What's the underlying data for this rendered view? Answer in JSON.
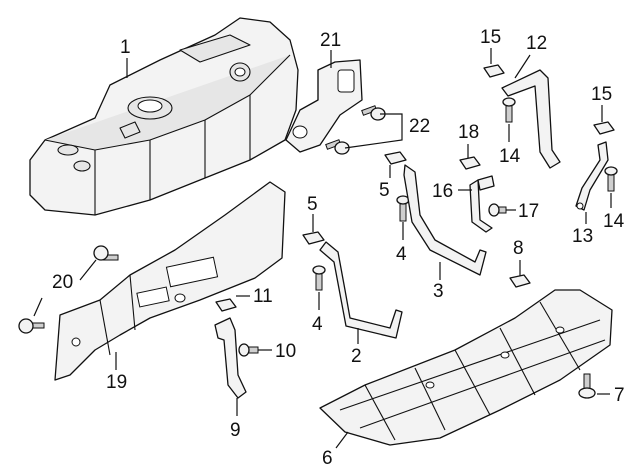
{
  "callouts": {
    "c1": "1",
    "c2": "2",
    "c3": "3",
    "c4a": "4",
    "c4b": "4",
    "c5a": "5",
    "c5b": "5",
    "c6": "6",
    "c7": "7",
    "c8": "8",
    "c9": "9",
    "c10": "10",
    "c11": "11",
    "c12": "12",
    "c13": "13",
    "c14a": "14",
    "c14b": "14",
    "c15a": "15",
    "c15b": "15",
    "c16": "16",
    "c17": "17",
    "c18": "18",
    "c19": "19",
    "c20": "20",
    "c21": "21",
    "c22": "22"
  }
}
